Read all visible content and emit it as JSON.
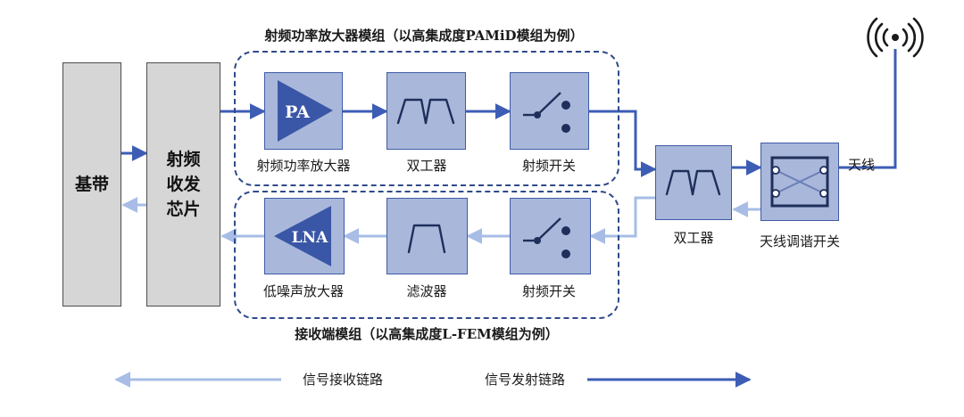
{
  "groups": {
    "tx_title": "射频功率放大器模组（以高集成度PAMiD模组为例）",
    "rx_title": "接收端模组（以高集成度L-FEM模组为例）"
  },
  "blocks": {
    "baseband": "基带",
    "transceiver": "射频\n收发\n芯片",
    "pa_symbol": "PA",
    "pa_label": "射频功率放大器",
    "tx_duplexer_label": "双工器",
    "tx_switch_label": "射频开关",
    "lna_symbol": "LNA",
    "lna_label": "低噪声放大器",
    "filter_label": "滤波器",
    "rx_switch_label": "射频开关",
    "duplexer_label": "双工器",
    "tuner_label": "天线调谐开关",
    "antenna_label": "天线"
  },
  "legend": {
    "rx_link": "信号接收链路",
    "tx_link": "信号发射链路"
  },
  "colors": {
    "tx_line": "#3d5db5",
    "rx_line": "#a7bde6",
    "block_fill": "#a9b8da",
    "block_border": "#3f5aa8",
    "baseband_fill": "#d6d6d6",
    "group_border": "#2f4a8a"
  }
}
